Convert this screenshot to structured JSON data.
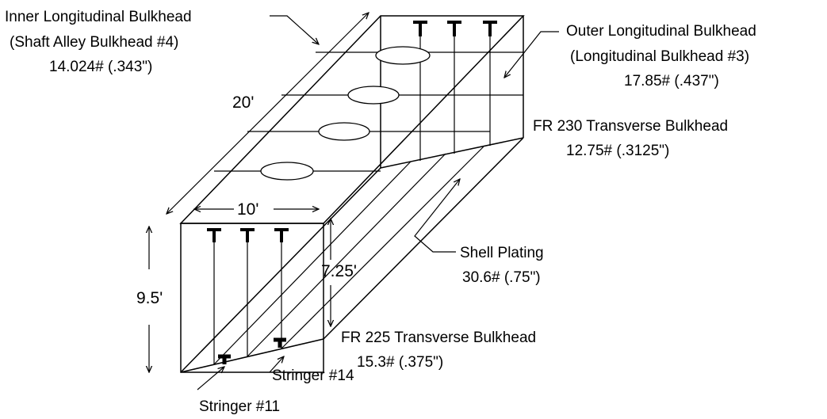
{
  "labels": {
    "inner_bulkhead": [
      "Inner Longitudinal Bulkhead",
      "(Shaft Alley Bulkhead #4)",
      "14.024# (.343\")"
    ],
    "outer_bulkhead": [
      "Outer Longitudinal Bulkhead",
      "(Longitudinal Bulkhead #3)",
      "17.85# (.437\")"
    ],
    "fr230": [
      "FR 230 Transverse Bulkhead",
      "12.75# (.3125\")"
    ],
    "shell_plating": [
      "Shell Plating",
      "30.6# (.75\")"
    ],
    "fr225": [
      "FR 225  Transverse Bulkhead",
      "15.3# (.375\")"
    ],
    "stringer14": "Stringer #14",
    "stringer11": "Stringer #11"
  },
  "dimensions": {
    "length": "20'",
    "width": "10'",
    "height": "9.5'",
    "depth": "7.25'"
  },
  "colors": {
    "line": "#000000",
    "background": "#ffffff"
  }
}
